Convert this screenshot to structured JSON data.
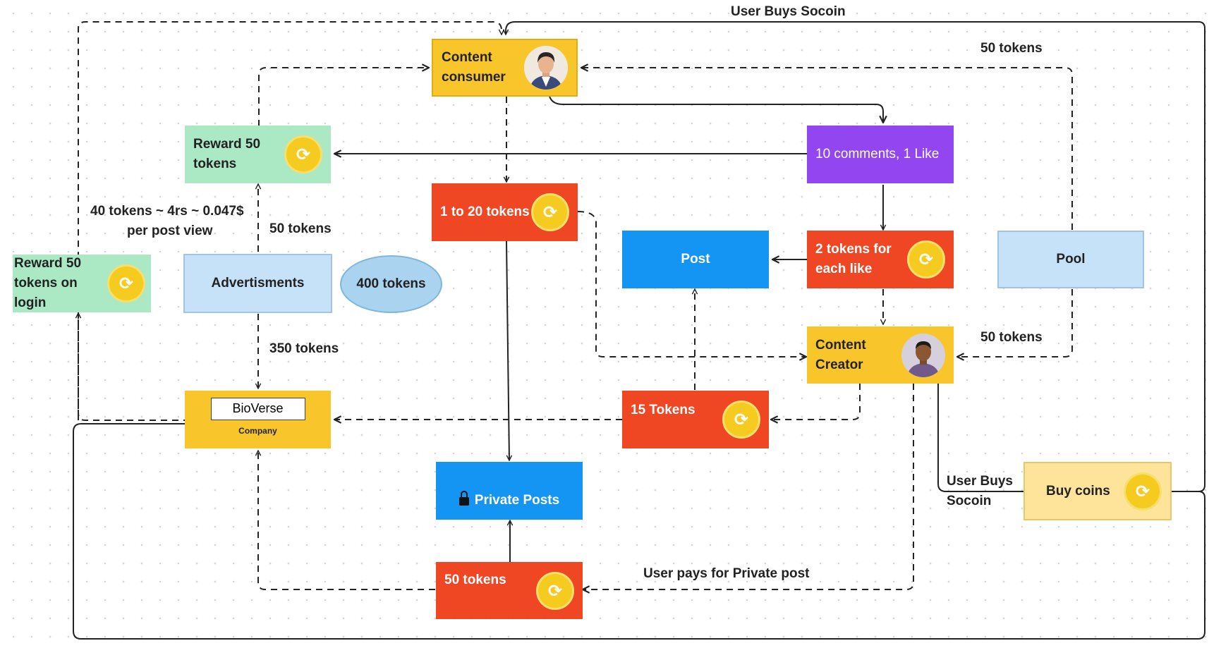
{
  "nodes": {
    "content_consumer": "Content\nconsumer",
    "reward_50": "Reward 50\ntokens",
    "comments_like": "10 comments, 1 Like",
    "one_to_twenty": "1 to 20 tokens",
    "post": "Post",
    "two_tokens_like": "2 tokens for\neach like",
    "pool": "Pool",
    "reward_login": "Reward 50\ntokens on login",
    "advertisments": "Advertisments",
    "tokens_400": "400 tokens",
    "content_creator": "Content\nCreator",
    "bioverse": "BioVerse",
    "bioverse_sub": "Company",
    "fifteen_tokens": "15 Tokens",
    "private_posts": "Private Posts",
    "buy_coins": "Buy coins",
    "fifty_tokens": "50 tokens"
  },
  "labels": {
    "user_buys_top": "User Buys Socoin",
    "fifty_top_right": "50 tokens",
    "forty_tokens": "40 tokens ~ 4rs ~ 0.047$",
    "per_post_view": "per post view",
    "fifty_ads": "50 tokens",
    "three_fifty": "350 tokens",
    "fifty_pool_creator": "50 tokens",
    "user_buys_bottom": "User Buys\nSocoin",
    "user_pays_private": "User pays for Private post"
  },
  "icons": {
    "coin": "coin-icon",
    "avatar_consumer": "person-avatar-icon",
    "avatar_creator": "person-avatar-icon",
    "lock": "lock-icon"
  },
  "colors": {
    "yellow": "#f8c52a",
    "green": "#abe9c5",
    "orange": "#ef4623",
    "purple": "#9146f0",
    "blue": "#1495f4",
    "light_blue": "#c6e2f8",
    "pale_yellow": "#fde49a",
    "ellipse": "#a9d3ef"
  }
}
